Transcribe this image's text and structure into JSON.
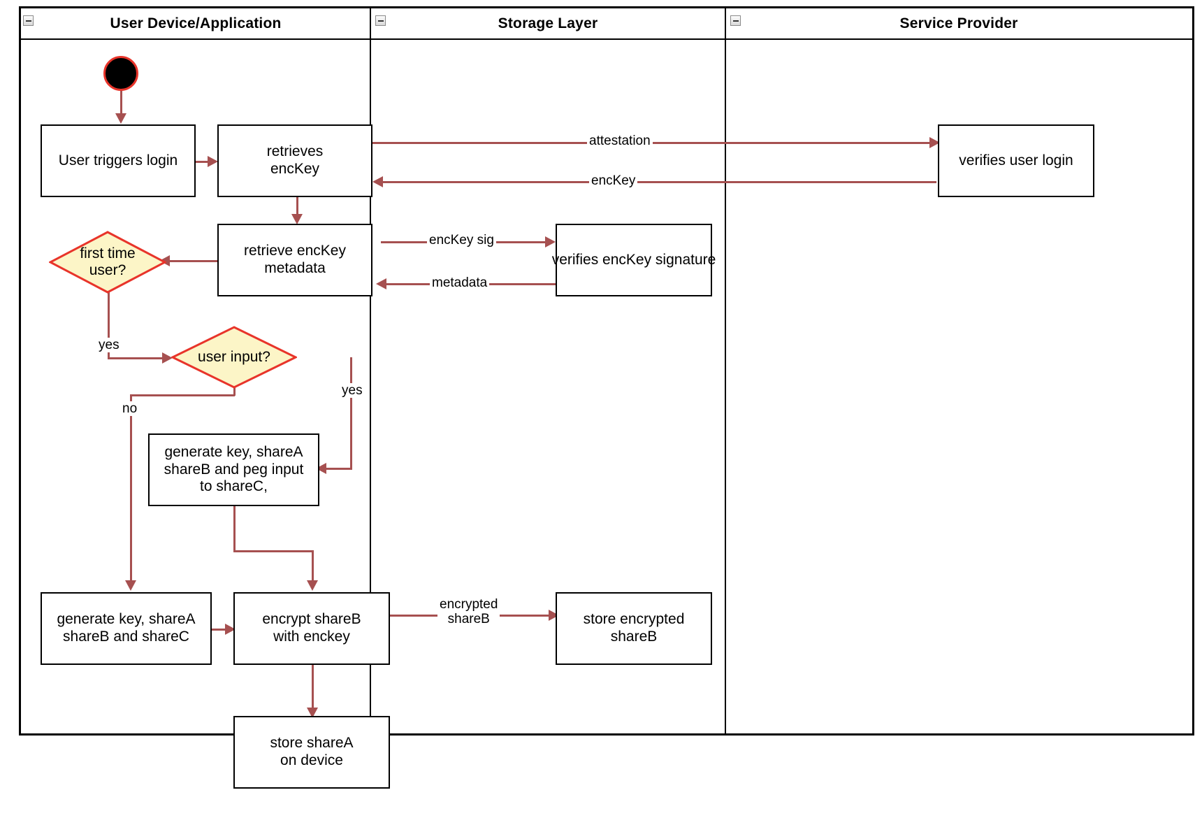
{
  "diagram": {
    "type": "uml-activity-swimlane",
    "lanes": [
      {
        "id": "lane-user-device",
        "title": "User Device/Application",
        "collapse_icon": "collapse-minus-icon"
      },
      {
        "id": "lane-storage",
        "title": "Storage Layer",
        "collapse_icon": "collapse-minus-icon"
      },
      {
        "id": "lane-service-provider",
        "title": "Service Provider",
        "collapse_icon": "collapse-minus-icon"
      }
    ],
    "colors": {
      "edge": "#a65050",
      "decision_fill": "#fcf5c7",
      "decision_stroke": "#e8342a",
      "start_fill": "#000000",
      "start_stroke": "#e8342a",
      "node_stroke": "#000000"
    },
    "nodes": {
      "start": "start-node",
      "user_triggers_login": "User triggers login",
      "retrieves_enckey": "retrieves\nencKey",
      "retrieve_enckey_metadata": "retrieve encKey\nmetadata",
      "first_time_user": "first time\nuser?",
      "user_input": "user input?",
      "generate_peg": "generate key, shareA\nshareB and peg input\nto shareC,",
      "generate_shares": "generate key, shareA\nshareB and shareC",
      "encrypt_shareb": "encrypt shareB\nwith enckey",
      "store_sharea": "store shareA\non device",
      "verifies_user_login": "verifies user login",
      "verifies_enckey_signature": "verifies encKey signature",
      "store_encrypted_shareb": "store encrypted\nshareB"
    },
    "edge_labels": {
      "attestation": "attestation",
      "enckey": "encKey",
      "enckey_sig": "encKey sig",
      "metadata": "metadata",
      "first_time_yes": "yes",
      "user_input_yes": "yes",
      "user_input_no": "no",
      "encrypted_shareb": "encrypted\nshareB"
    }
  }
}
